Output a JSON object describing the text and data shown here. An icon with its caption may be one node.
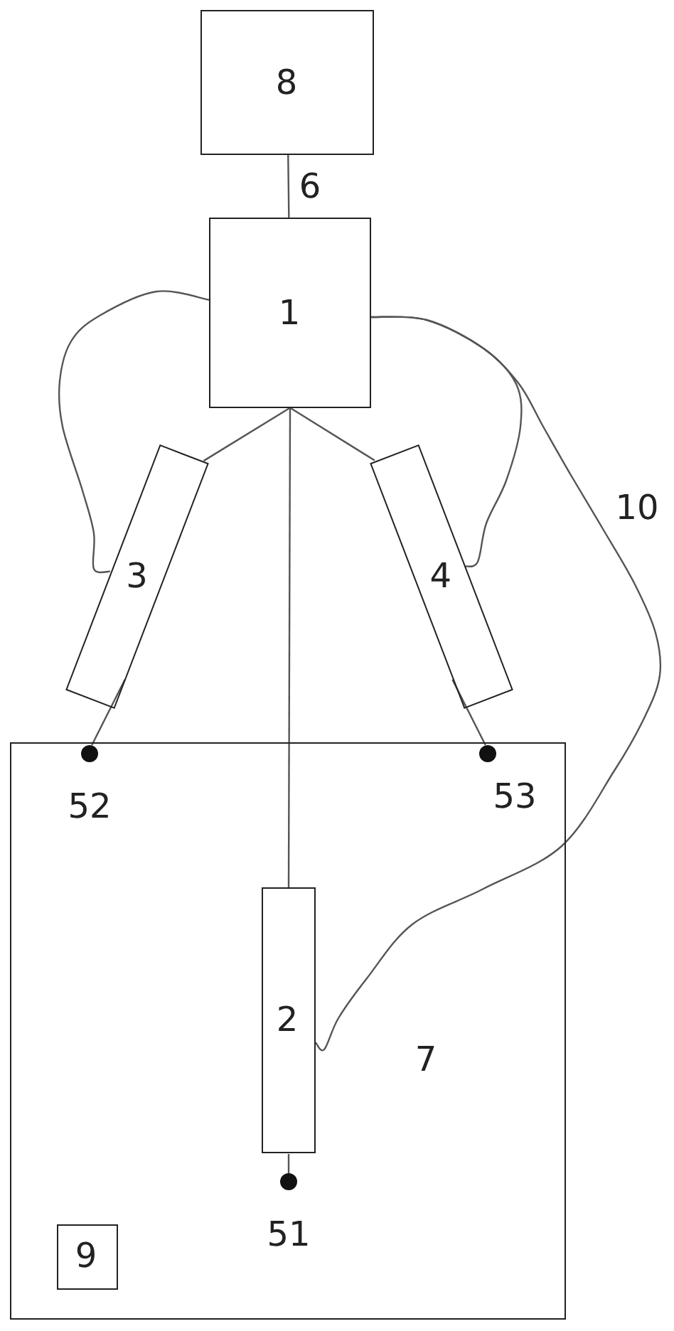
{
  "diagram": {
    "nodes": [
      {
        "text": [
          "8"
        ]
      },
      {
        "text": [
          "1"
        ]
      },
      {
        "text": [
          "3"
        ]
      },
      {
        "text": [
          "4"
        ]
      },
      {
        "text": [
          "7"
        ]
      },
      {
        "text": [
          "2"
        ],
        "in": 4
      },
      {
        "text": [
          "9"
        ],
        "in": 4
      },
      {
        "text": [],
        "shape": "circle",
        "beside": [
          "52"
        ],
        "in": 4
      },
      {
        "text": [],
        "shape": "circle",
        "beside": [
          "53"
        ],
        "in": 4
      },
      {
        "text": [],
        "shape": "circle",
        "beside": [
          "51"
        ],
        "in": 4
      }
    ],
    "edges": [
      {
        "from": 0,
        "to": 1,
        "arrow": "none",
        "label": "6"
      },
      {
        "from": 1,
        "to": 2,
        "arrow": "none"
      },
      {
        "from": 1,
        "to": 3,
        "arrow": "none"
      },
      {
        "from": 1,
        "to": 5,
        "arrow": "none"
      },
      {
        "from": 2,
        "to": 7,
        "arrow": "none"
      },
      {
        "from": 3,
        "to": 8,
        "arrow": "none"
      },
      {
        "from": 5,
        "to": 9,
        "arrow": "none"
      },
      {
        "from": 1,
        "to": 2,
        "arrow": "none"
      },
      {
        "from": 1,
        "to": 3,
        "arrow": "none"
      },
      {
        "from": 1,
        "to": 5,
        "arrow": "none",
        "label": "10"
      }
    ]
  }
}
